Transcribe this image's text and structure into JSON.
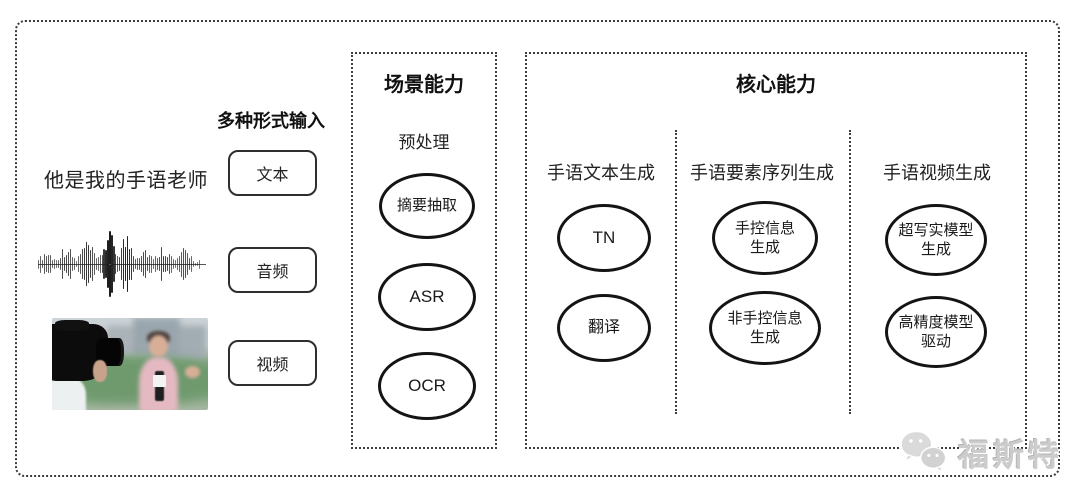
{
  "diagram": {
    "input_section": {
      "title": "多种形式输入",
      "text_example": "他是我的手语老师",
      "items": [
        {
          "label": "文本"
        },
        {
          "label": "音频"
        },
        {
          "label": "视频"
        }
      ]
    },
    "scene_box": {
      "title": "场景能力",
      "subtitle": "预处理",
      "nodes": [
        "摘要抽取",
        "ASR",
        "OCR"
      ]
    },
    "core_box": {
      "title": "核心能力",
      "columns": [
        {
          "header": "手语文本生成",
          "nodes": [
            "TN",
            "翻译"
          ]
        },
        {
          "header": "手语要素序列生成",
          "nodes": [
            "手控信息\n生成",
            "非手控信息\n生成"
          ]
        },
        {
          "header": "手语视频生成",
          "nodes": [
            "超写实模型\n生成",
            "高精度模型\n驱动"
          ]
        }
      ]
    },
    "watermark": {
      "text": "福斯特",
      "icon": "wechat-bubbles-icon"
    },
    "colors": {
      "frame_border": "#3c3c3c",
      "node_border": "#141414",
      "text": "#1a1a1a",
      "watermark": "#cccccc"
    }
  }
}
